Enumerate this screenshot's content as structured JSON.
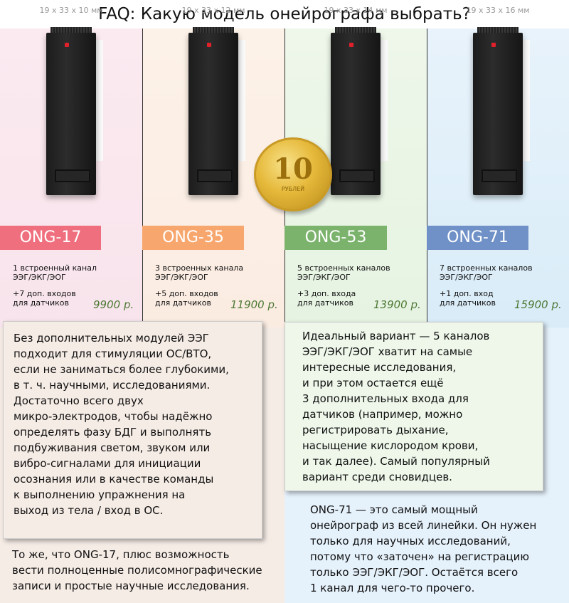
{
  "title": "FAQ: Какую модель онейрографа выбрать?",
  "models": [
    {
      "dims": "19 x 33 x 10 мм",
      "name": "ONG-17",
      "channels_line1": "1 встроенный канал",
      "channels_line2": "ЭЭГ/ЭКГ/ЭОГ",
      "inputs_line1": "+7 доп. входов",
      "inputs_line2": "для датчиков",
      "price": "9900 р.",
      "color": "#ef6f7e"
    },
    {
      "dims": "19 x 33 x 12 мм",
      "name": "ONG-35",
      "channels_line1": "3 встроенных канала",
      "channels_line2": "ЭЭГ/ЭКГ/ЭОГ",
      "inputs_line1": "+5 доп. входов",
      "inputs_line2": "для датчиков",
      "price": "11900 р.",
      "color": "#f7a66d"
    },
    {
      "dims": "19 x 33 x 14 мм",
      "name": "ONG-53",
      "channels_line1": "5 встроенных каналов",
      "channels_line2": "ЭЭГ/ЭКГ/ЭОГ",
      "inputs_line1": "+3 доп. входа",
      "inputs_line2": "для датчиков",
      "price": "13900 р.",
      "color": "#7bb36d"
    },
    {
      "dims": "19 x 33 x 16 мм",
      "name": "ONG-71",
      "channels_line1": "7 встроенных каналов",
      "channels_line2": "ЭЭГ/ЭКГ/ЭОГ",
      "inputs_line1": "+1 доп. вход",
      "inputs_line2": "для датчиков",
      "price": "15900 р.",
      "color": "#6f91c7"
    }
  ],
  "coin": {
    "number": "10",
    "text": "РУБЛЕЙ"
  },
  "ong17_description": [
    "Без дополнительных модулей ЭЭГ",
    "подходит для стимуляции ОС/ВТО,",
    "если не заниматься более глубокими,",
    "в т. ч. научными, исследованиями.",
    "Достаточно всего двух",
    "микро-электродов, чтобы надёжно",
    "определять фазу БДГ и выполнять",
    "подбуживания светом, звуком или",
    "вибро-сигналами для инициации",
    "осознания или в качестве команды",
    "к выполнению упражнения на",
    "выход из тела / вход в ОС."
  ],
  "ong53_description": [
    "Идеальный вариант — 5 каналов",
    "ЭЭГ/ЭКГ/ЭОГ хватит на самые",
    "интересные исследования,",
    "и при этом остается ещё",
    "3 дополнительных входа для",
    "датчиков (например, можно",
    "регистрировать дыхание,",
    "насыщение кислородом крови,",
    "и так далее). Самый популярный",
    "вариант среди сновидцев."
  ],
  "ong35_description": [
    "То же, что ONG-17, плюс возможность",
    "вести полноценные полисомнографические",
    "записи и простые научные исследования."
  ],
  "ong71_description": [
    "ONG-71 — это самый мощный",
    "онейрограф из всей линейки. Он нужен",
    "только для научных исследований,",
    "потому что «заточен» на регистрацию",
    "только ЭЭГ/ЭКГ/ЭОГ. Остаётся всего",
    "1 канал для чего-то прочего."
  ]
}
